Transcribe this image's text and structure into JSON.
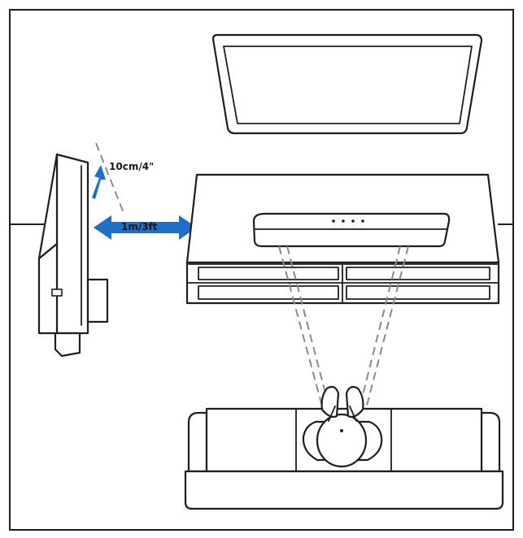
{
  "labels": {
    "height_distance": "10cm/4\"",
    "side_distance": "1m/3ft"
  },
  "colors": {
    "arrow": "#1f6fc6",
    "line": "#1e1e1e",
    "dashed_guide": "#8a8a8a",
    "background": "#ffffff"
  },
  "icons": {
    "distance_arrow": "double-headed-arrow",
    "rear_speaker_arrow": "single-arrow"
  }
}
